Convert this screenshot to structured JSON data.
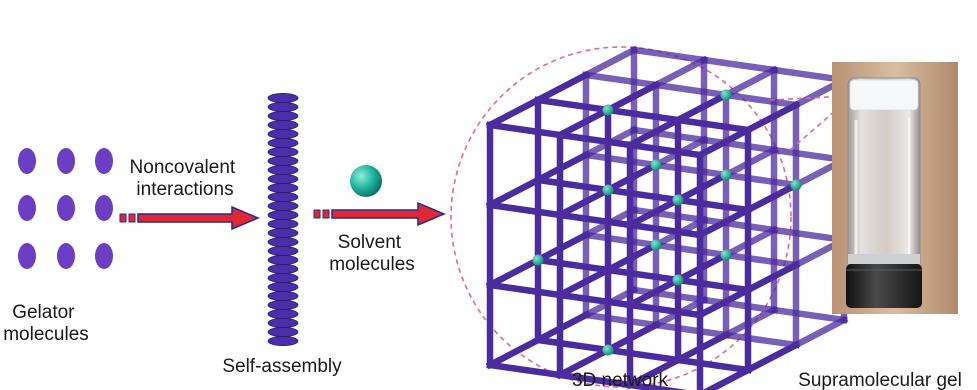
{
  "labels": {
    "gelator_line1": "Gelator",
    "gelator_line2": "molecules",
    "noncovalent_line1": "Noncovalent",
    "noncovalent_line2": "interactions",
    "self_assembly": "Self-assembly",
    "solvent_line1": "Solvent",
    "solvent_line2": "molecules",
    "network": "3D network",
    "gel": "Supramolecular gel"
  },
  "colors": {
    "gelator": "#6a3fc4",
    "stack": "#4b2fa8",
    "framework": "#4b2c9e",
    "solvent": "#1fb39a",
    "arrow_body": "#e02833",
    "arrow_outline": "#2a2a8a",
    "dashed_circle": "#e06a9a",
    "vial_background": "#c8a88a",
    "vial_cap": "#2a2a2a",
    "gel_plug": "#f4f6f8"
  }
}
